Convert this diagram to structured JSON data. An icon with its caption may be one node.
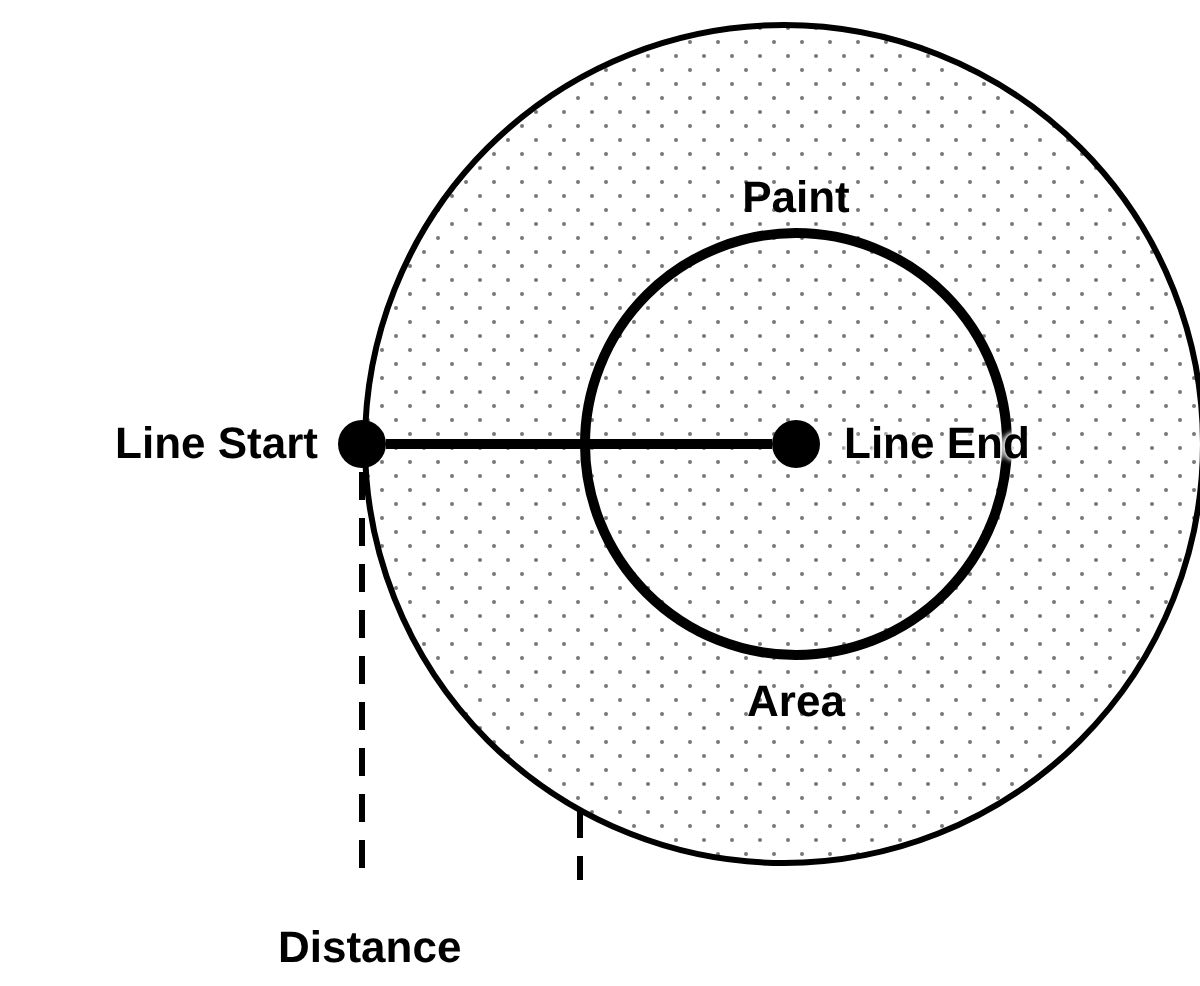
{
  "diagram": {
    "nodes": [
      {
        "text": [],
        "shape": "circle"
      },
      {
        "text": [
          "Paint",
          "Area"
        ],
        "in": 0
      },
      {
        "text": [],
        "shape": "circle",
        "beside": [
          "Line Start"
        ]
      },
      {
        "text": [],
        "shape": "circle",
        "beside": [
          "Line End"
        ],
        "in": 1
      }
    ],
    "edges": [
      {
        "from": 2,
        "to": 3,
        "arrow": "none"
      }
    ],
    "labels": [
      "Distance"
    ]
  }
}
